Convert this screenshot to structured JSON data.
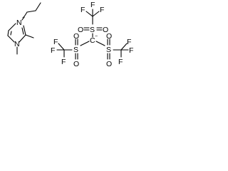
{
  "cation": {
    "n_plus": "N",
    "plus_sign": "+",
    "n_methyl": "N"
  },
  "anion": {
    "c_minus": "C",
    "minus_sign": "−",
    "sulfur_top": "S",
    "sulfur_left": "S",
    "sulfur_right": "S",
    "oxygen": "O",
    "fluorine": "F",
    "carbon": "C"
  }
}
